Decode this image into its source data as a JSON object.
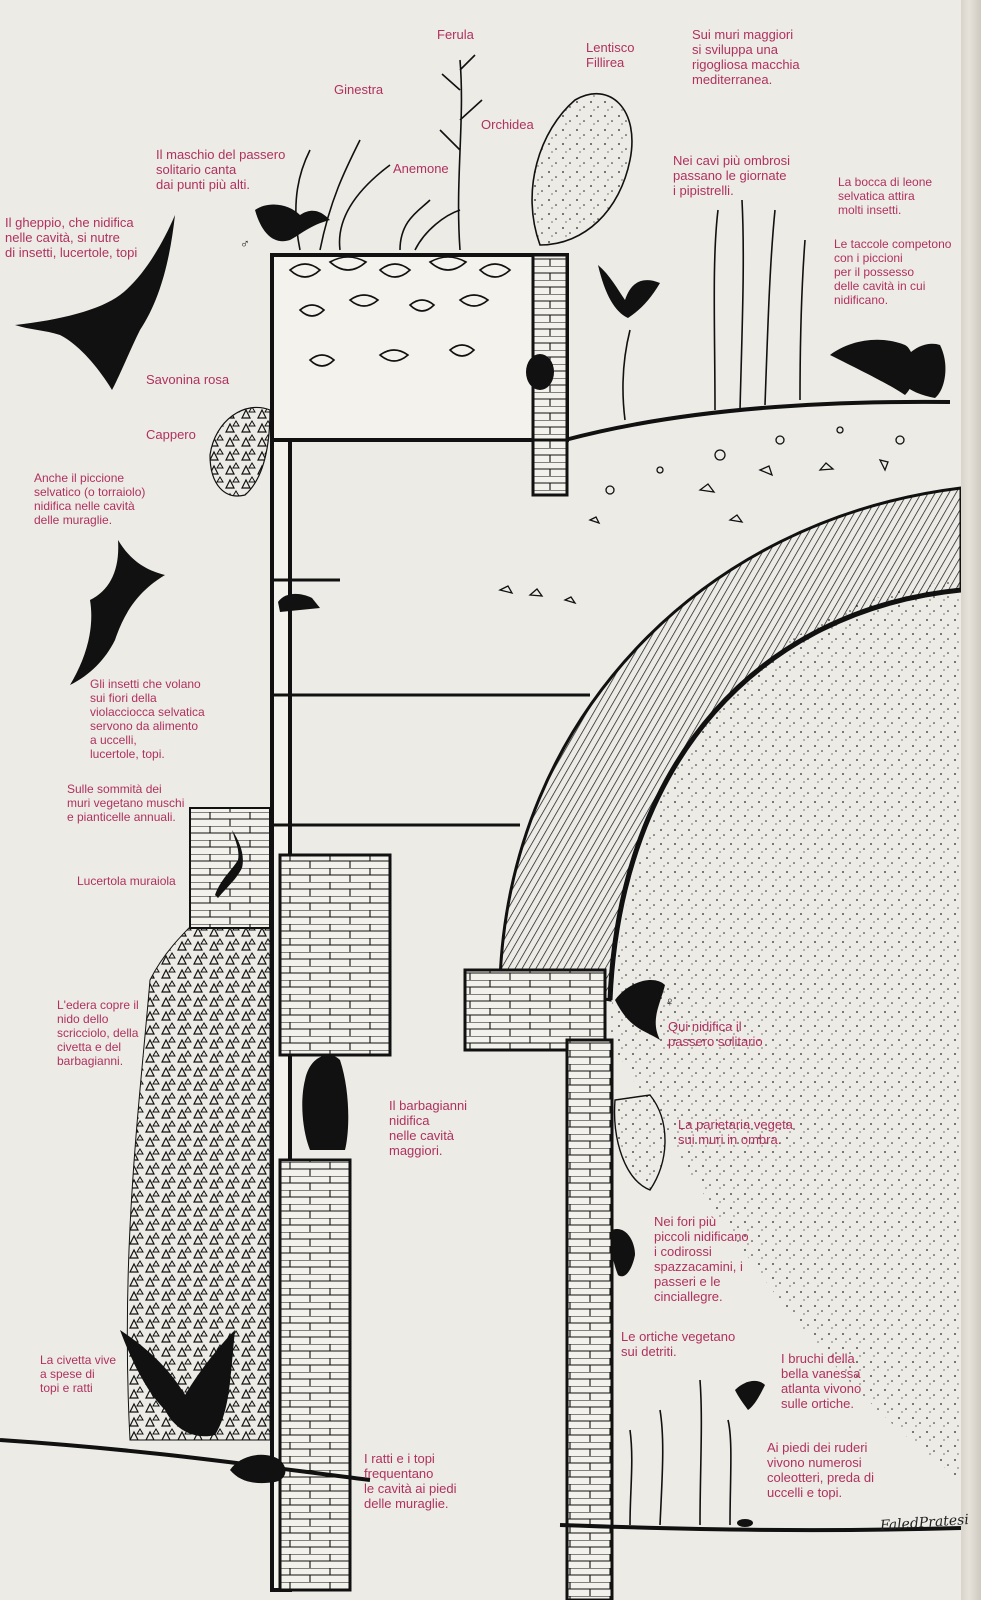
{
  "labels": {
    "ferula": "Ferula",
    "lentisco": "Lentisco\nFillirea",
    "muri_maggiori": "Sui muri maggiori\nsi sviluppa una\nrigogliosa macchia\nmediterranea.",
    "ginestra": "Ginestra",
    "orchidea": "Orchidea",
    "anemone": "Anemone",
    "passero_maschio": "Il maschio del passero\nsolitario canta\ndai punti più alti.",
    "pipistrelli": "Nei cavi più ombrosi\npassano le giornate\ni pipistrelli.",
    "bocca_leone": "La bocca di leone\nselvatica attira\nmolti insetti.",
    "gheppio": "Il gheppio, che nidifica\nnelle cavità, si nutre\ndi insetti, lucertole, topi",
    "taccole": "Le taccole competono\ncon i piccioni\nper il possesso\ndelle cavità in cui\nnidificano.",
    "savonina": "Savonina rosa",
    "cappero": "Cappero",
    "piccione": "Anche il piccione\nselvatico (o torraiolo)\nnidifica nelle cavità\ndelle muraglie.",
    "insetti_violaciocca": "Gli insetti che volano\nsui fiori della\nviolacciocca selvatica\nservono da alimento\na uccelli,\nlucertole, topi.",
    "sommita": "Sulle sommità  dei\nmuri vegetano muschi\ne pianticelle annuali.",
    "lucertola": "Lucertola muraiola",
    "edera": "L'edera copre il\nnido dello\nscricciolo, della\ncivetta e del\nbarbagianni.",
    "passero_solitario": "Qui nidifica il\npassero solitario",
    "barbagianni": "Il barbagianni\nnidifica\nnelle cavità\nmaggiori.",
    "parietaria": "La parietaria vegeta\nsui muri in ombra.",
    "codirossi": "Nei fori più\npiccoli nidificano\ni codirossi\nspazzacamini, i\npasseri e le\ncinciallegre.",
    "ortiche": "Le ortiche vegetano\nsui detriti.",
    "bruchi": "I bruchi della\nbella vanessa\natlanta vivono\nsulle ortiche.",
    "civetta": "La civetta vive\na spese di\ntopi e ratti",
    "ratti": "I ratti e i topi\nfrequentano\nle cavità ai piedi\ndelle muraglie.",
    "coleotteri": "Ai piedi dei ruderi\nvivono numerosi\ncoleotteri, preda di\nuccelli e topi.",
    "male_symbol": "♂",
    "female_symbol": "♀",
    "signature": "FaledPratesi"
  },
  "colors": {
    "paper": "#ecebe6",
    "ink": "#111111",
    "label": "#b0315f"
  }
}
